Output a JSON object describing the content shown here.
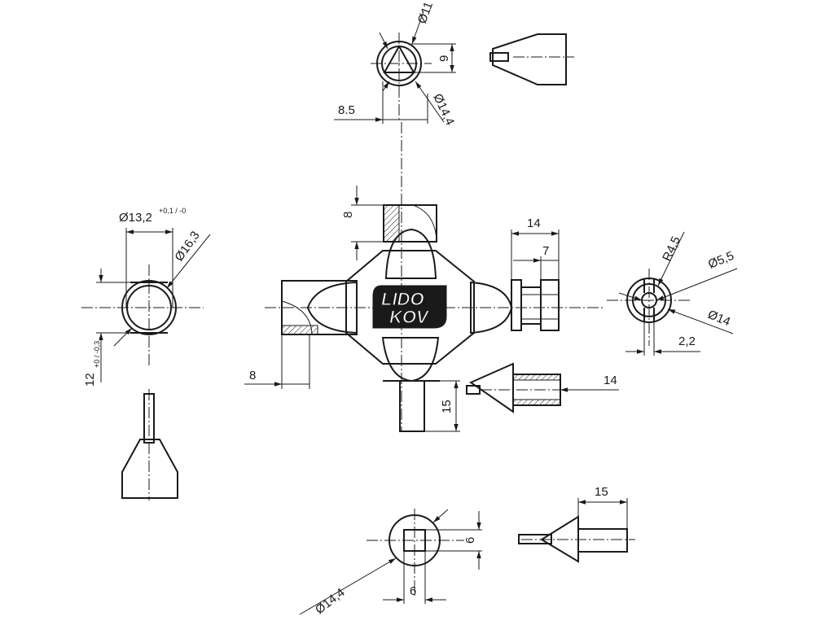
{
  "logo": {
    "line1": "LIDO",
    "line2": "KOV"
  },
  "dimensions": {
    "top_d11": "Ø11",
    "top_9": "9",
    "top_d14_4": "Ø14,4",
    "top_8_5": "8.5",
    "left_d13_2": "Ø13,2",
    "left_d13_2_tol": "+0,1 / -0",
    "left_d16_3": "Ø16,3",
    "left_12": "12",
    "left_12_tol": "+0 / -0,3",
    "center_top_8": "8",
    "center_left_8": "8",
    "center_15": "15",
    "right_14_top": "14",
    "right_7": "7",
    "right_r4_5": "R4,5",
    "right_d5_5": "Ø5,5",
    "right_d14": "Ø14",
    "right_2_2": "2,2",
    "right_14_mid": "14",
    "bottom_6_v": "6",
    "bottom_6_h": "6",
    "bottom_d14_4": "Ø14,4",
    "bottom_15": "15"
  }
}
